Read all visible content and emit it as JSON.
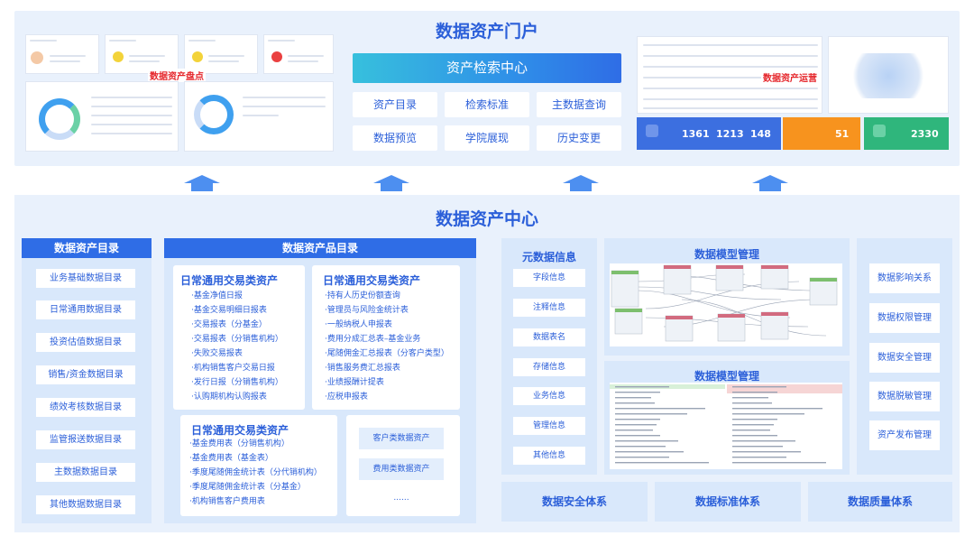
{
  "portal": {
    "title": "数据资产门户",
    "search_center": "资产检索中心",
    "buttons": [
      "资产目录",
      "检索标准",
      "主数据查询",
      "数据预览",
      "学院展现",
      "历史变更"
    ],
    "left_label": "数据资产盘点",
    "right_label": "数据资产运营",
    "right_stats": [
      "1361",
      "1213",
      "148",
      "51",
      "2330"
    ]
  },
  "center": {
    "title": "数据资产中心",
    "catalog": {
      "title": "数据资产目录",
      "items": [
        "业务基础数据目录",
        "日常通用数据目录",
        "投资估值数据目录",
        "销售/资金数据目录",
        "绩效考核数据目录",
        "监管报送数据目录",
        "主数据数据目录",
        "其他数据数据目录"
      ]
    },
    "product": {
      "title": "数据资产品目录",
      "card1": {
        "title": "日常通用交易类资产",
        "items": [
          "·基金净值日报",
          "·基金交易明细日报表",
          "·交易报表（分基金）",
          "·交易报表（分销售机构）",
          "·失败交易报表",
          "·机构销售客户交易日报",
          "·发行日报（分销售机构）",
          "·认购期机构认购报表"
        ]
      },
      "card2": {
        "title": "日常通用交易类资产",
        "items": [
          "·持有人历史份额查询",
          "·管理员与风险金统计表",
          "·一般纳税人申报表",
          "·费用分成汇总表–基金业务",
          "·尾随佣金汇总报表（分客户类型）",
          "·销售服务费汇总报表",
          "·业绩报酬计提表",
          "·应税申报表"
        ]
      },
      "card3": {
        "title": "日常通用交易类资产",
        "items": [
          "·基金费用表（分销售机构）",
          "·基金费用表（基金表）",
          "·季度尾随佣金统计表（分代销机构）",
          "·季度尾随佣金统计表（分基金）",
          "·机构销售客户费用表"
        ]
      },
      "card4": {
        "items": [
          "客户类数据资产",
          "费用类数据资产",
          "......"
        ]
      }
    },
    "meta": {
      "title": "元数据信息",
      "items": [
        "字段信息",
        "注释信息",
        "数据表名",
        "存储信息",
        "业务信息",
        "管理信息",
        "其他信息"
      ]
    },
    "model1_title": "数据模型管理",
    "model2_title": "数据模型管理",
    "right": {
      "items": [
        "数据影响关系",
        "数据权限管理",
        "数据安全管理",
        "数据脱敏管理",
        "资产发布管理"
      ]
    },
    "bottom": [
      "数据安全体系",
      "数据标准体系",
      "数据质量体系"
    ]
  },
  "colors": {
    "primary": "#2f6de6",
    "title_blue": "#2b5fd9",
    "panel_bg": "#e9f1fc",
    "accent_red": "#e5262b",
    "orange": "#f7931e",
    "green": "#2fb67c"
  }
}
